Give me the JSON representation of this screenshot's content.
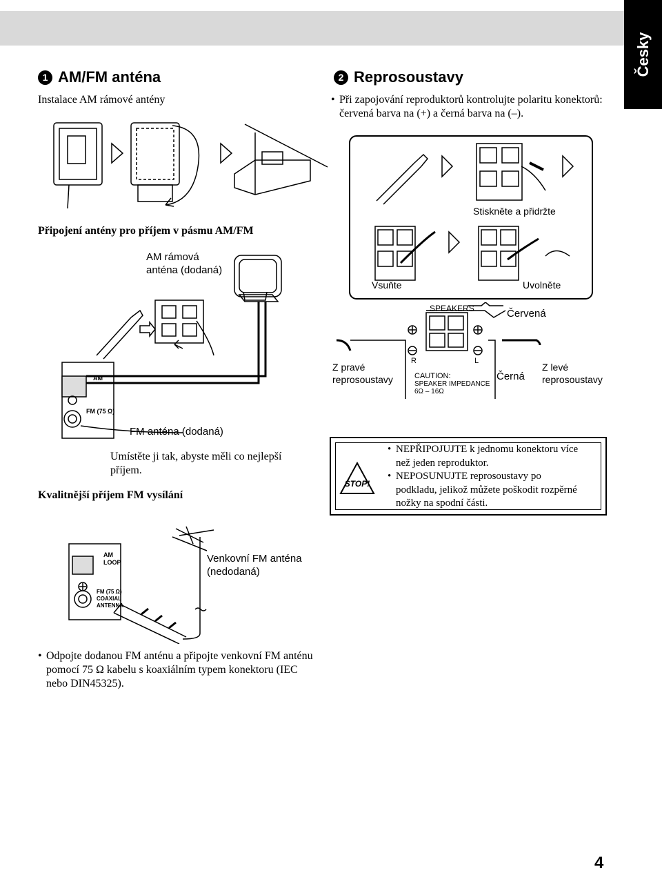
{
  "language_tab": "Česky",
  "section1": {
    "number": "1",
    "title": "AM/FM anténa",
    "subtitle": "Instalace AM rámové antény",
    "connect_heading": "Připojení antény pro příjem v pásmu AM/FM",
    "am_label_1": "AM rámová",
    "am_label_2": "anténa (dodaná)",
    "fm_label": "FM anténa (dodaná)",
    "fm_note_1": "Umístěte ji tak, abyste měli co nejlepší",
    "fm_note_2": "příjem.",
    "better_heading": "Kvalitnější příjem FM vysílání",
    "outdoor_label_1": "Venkovní FM anténa",
    "outdoor_label_2": "(nedodaná)",
    "bottom_note_1": "Odpojte dodanou FM anténu a připojte venkovní FM anténu",
    "bottom_note_2": "pomocí 75 Ω kabelu s koaxiálním typem konektoru (IEC",
    "bottom_note_3": "nebo DIN45325)."
  },
  "section2": {
    "number": "2",
    "title": "Reprosoustavy",
    "note_1": "Při zapojování reproduktorů kontrolujte polaritu konektorů:",
    "note_2": "červená barva na (+) a černá barva na (–).",
    "press_hold": "Stiskněte a přidržte",
    "insert": "Vsuňte",
    "release": "Uvolněte",
    "speakers": "SPEAKERS",
    "red": "Červená",
    "black": "Černá",
    "right_speaker_1": "Z pravé",
    "right_speaker_2": "reprosoustavy",
    "left_speaker_1": "Z levé",
    "left_speaker_2": "reprosoustavy",
    "caution_1": "CAUTION:",
    "caution_2": "SPEAKER IMPEDANCE",
    "caution_3": "6Ω – 16Ω",
    "r_mark": "R",
    "l_mark": "L"
  },
  "panel_labels": {
    "am_loop_1": "AM",
    "am_loop_2": "LOOP",
    "fm_1": "FM (75 Ω)",
    "fm_2": "COAXIAL",
    "fm_3": "ANTENNA"
  },
  "stop": {
    "icon_text": "STOP!",
    "item_1_a": "NEPŘIPOJUJTE k jednomu konektoru více",
    "item_1_b": "než jeden reproduktor.",
    "item_2_a": "NEPOSUNUJTE reprosoustavy po",
    "item_2_b": "podkladu, jelikož můžete poškodit rozpěrné",
    "item_2_c": "nožky na spodní části."
  },
  "page_number": "4",
  "colors": {
    "header_bar": "#d9d9d9",
    "tab": "#000000"
  }
}
